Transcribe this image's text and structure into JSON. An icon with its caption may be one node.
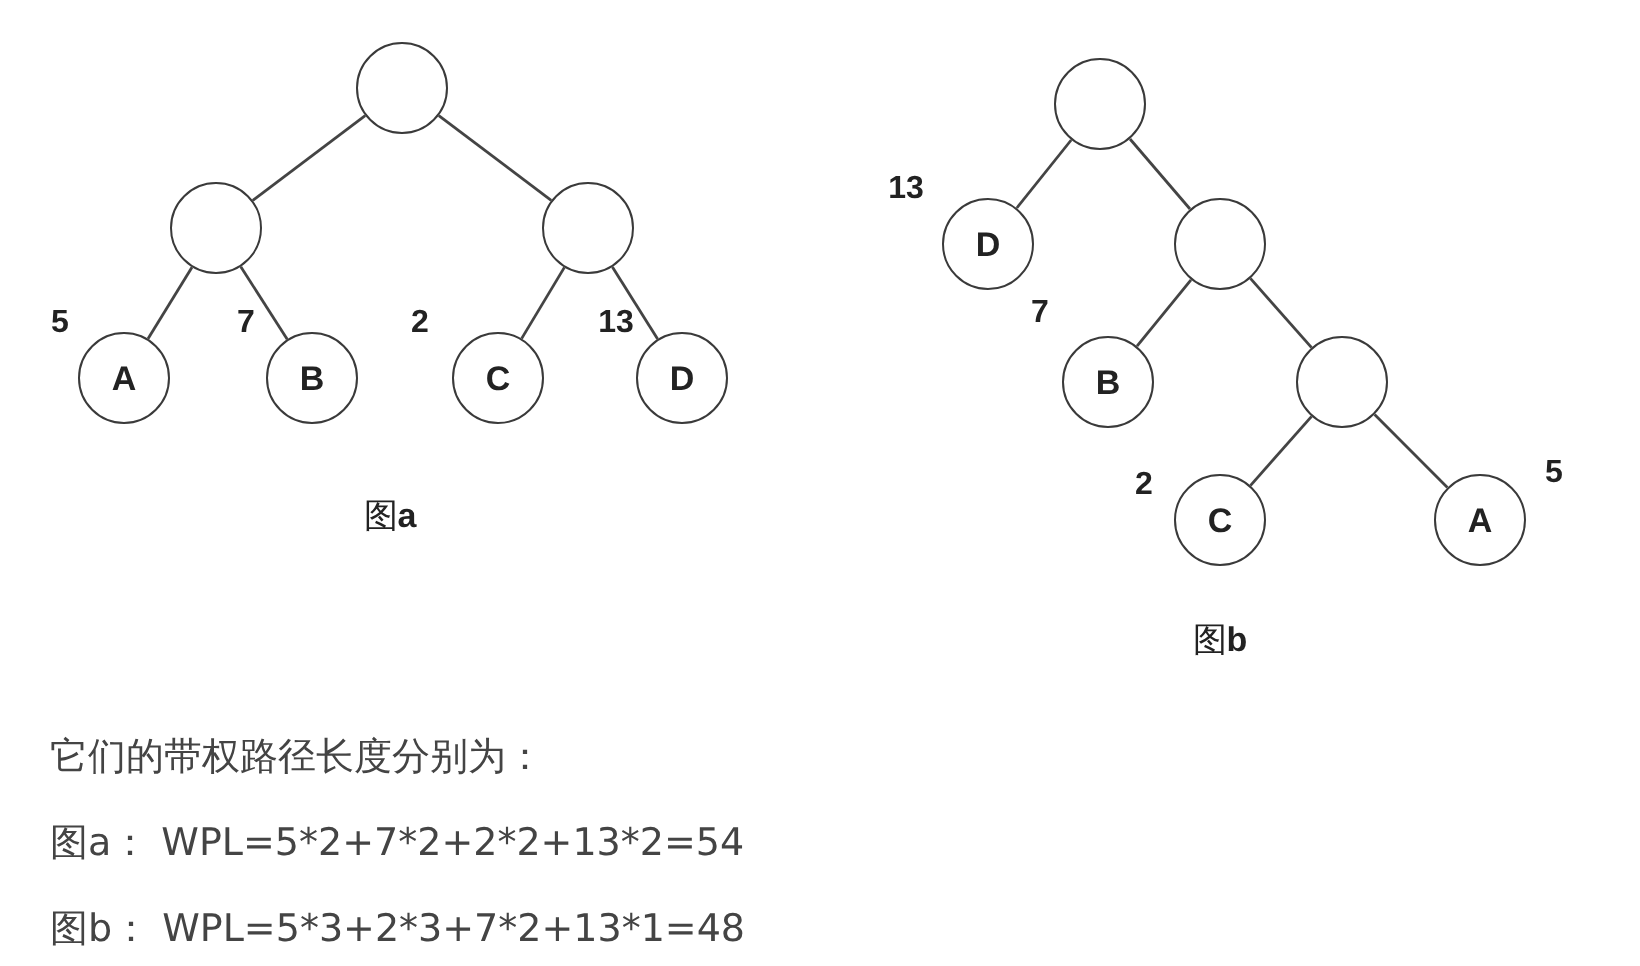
{
  "diagram": {
    "nodes": [
      {
        "text": [],
        "shape": "circle"
      },
      {
        "text": [],
        "shape": "circle"
      },
      {
        "text": [],
        "shape": "circle"
      },
      {
        "text": [
          "A"
        ],
        "beside": [
          "5"
        ]
      },
      {
        "text": [
          "B"
        ],
        "beside": [
          "7"
        ]
      },
      {
        "text": [
          "C"
        ],
        "beside": [
          "2"
        ]
      },
      {
        "text": [
          "D"
        ],
        "beside": [
          "13"
        ]
      },
      {
        "text": [],
        "shape": "circle"
      },
      {
        "text": [
          "D"
        ],
        "beside": [
          "13"
        ]
      },
      {
        "text": [],
        "shape": "circle"
      },
      {
        "text": [
          "B"
        ],
        "beside": [
          "7"
        ]
      },
      {
        "text": [],
        "shape": "circle"
      },
      {
        "text": [
          "C"
        ],
        "beside": [
          "2"
        ]
      },
      {
        "text": [
          "A"
        ],
        "beside": [
          "5"
        ]
      }
    ],
    "edges": [
      {
        "from": 0,
        "to": 1,
        "arrow": "none"
      },
      {
        "from": 0,
        "to": 2,
        "arrow": "none"
      },
      {
        "from": 1,
        "to": 3,
        "arrow": "none"
      },
      {
        "from": 1,
        "to": 4,
        "arrow": "none"
      },
      {
        "from": 2,
        "to": 5,
        "arrow": "none"
      },
      {
        "from": 2,
        "to": 6,
        "arrow": "none"
      },
      {
        "from": 7,
        "to": 8,
        "arrow": "none"
      },
      {
        "from": 7,
        "to": 9,
        "arrow": "none"
      },
      {
        "from": 9,
        "to": 10,
        "arrow": "none"
      },
      {
        "from": 9,
        "to": 11,
        "arrow": "none"
      },
      {
        "from": 11,
        "to": 12,
        "arrow": "none"
      },
      {
        "from": 11,
        "to": 13,
        "arrow": "none"
      }
    ],
    "labels": [
      "图**a**",
      "图**b**",
      "它们的带权路径长度分别为：",
      "图a： WPL=5*2+7*2+2*2+13*2=54",
      "图b： WPL=5*3+2*3+7*2+13*1=48"
    ]
  }
}
